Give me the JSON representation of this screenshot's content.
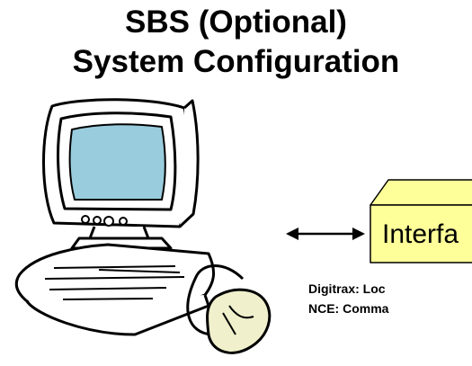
{
  "title": {
    "line1": "SBS (Optional)",
    "line2": "System Configuration"
  },
  "interface_box": {
    "label": "Interfa"
  },
  "notes": [
    "Digitrax: Loc",
    "NCE: Comma"
  ],
  "colors": {
    "screen": "#99ccdd",
    "box_face": "#ffff99",
    "mouse": "#f0f0cc",
    "outline": "#000000"
  },
  "icons": [
    "computer-icon",
    "keyboard-icon",
    "mouse-icon",
    "double-arrow"
  ]
}
